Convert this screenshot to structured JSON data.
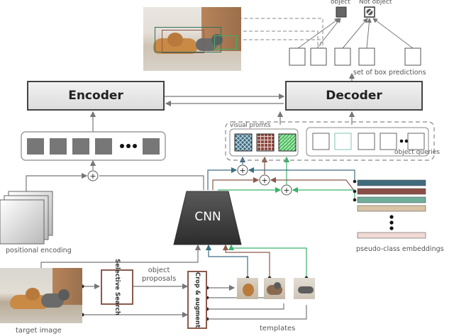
{
  "blocks": {
    "encoder": "Encoder",
    "decoder": "Decoder",
    "cnn": "CNN",
    "selective_search": "Selective Search",
    "crop_augment": "Crop & augment"
  },
  "labels": {
    "object": "object",
    "not_object": "Not object",
    "set_of_box_predictions": "set of box predictions",
    "visual_prompts": "visual promts",
    "object_queries": "object queries",
    "positional_encoding": "positional encoding",
    "pseudo_class_embeddings": "pseudo-class embeddings",
    "object_proposals": "object\nproposals",
    "target_image": "target image",
    "templates": "templates"
  },
  "colors": {
    "gray_path": "#7a8a99",
    "brown_path": "#8b5a4a",
    "green_path": "#3bb26b",
    "teal_path": "#3d6f80",
    "embedding_1": "#3f6b7d",
    "embedding_2": "#8a4d45",
    "embedding_3": "#6fae9a",
    "embedding_4": "#d9c4a6",
    "embedding_5": "#f1d9d6"
  }
}
